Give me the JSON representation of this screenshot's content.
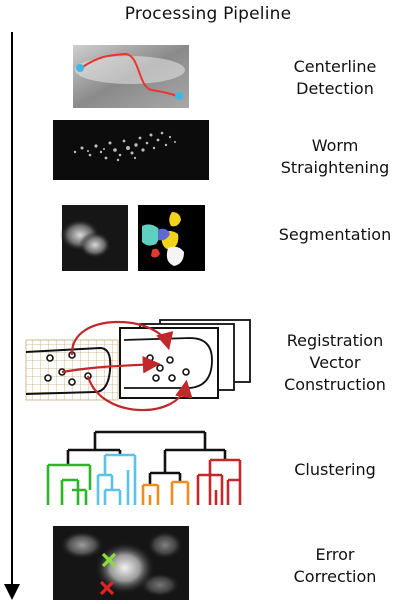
{
  "title": "Processing Pipeline",
  "steps": [
    {
      "line1": "Centerline",
      "line2": "Detection"
    },
    {
      "line1": "Worm",
      "line2": "Straightening"
    },
    {
      "line1": "Segmentation",
      "line2": ""
    },
    {
      "line1": "Registration",
      "line2": "Vector",
      "line3": "Construction"
    },
    {
      "line1": "Clustering",
      "line2": ""
    },
    {
      "line1": "Error",
      "line2": "Correction"
    }
  ],
  "colors": {
    "centerline": "#e8362d",
    "endpoint": "#3bb8e8",
    "registration_arrow": "#c0282a",
    "cluster_green": "#2bb52b",
    "cluster_blue": "#59c3e8",
    "cluster_orange": "#f08c1e",
    "cluster_red": "#c0282a",
    "correct_mark": "#8ae03a",
    "error_mark": "#e02424"
  }
}
